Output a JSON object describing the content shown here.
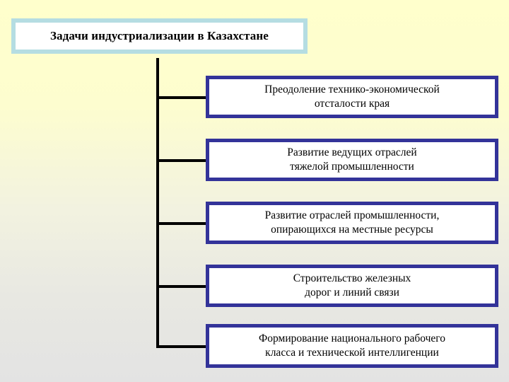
{
  "slide": {
    "background_top_color": "#ffffcc",
    "background_bottom_color": "#e3e3e3"
  },
  "title": {
    "text": "Задачи индустриализации в Казахстане",
    "border_color": "#b5dde2",
    "fill_color": "#ffffff"
  },
  "diagram": {
    "connector_color": "#000000",
    "node_border_color": "#333399",
    "node_fill_color": "#ffffff",
    "nodes": [
      {
        "line1": "Преодоление технико-экономической",
        "line2": "отсталости края",
        "text": "Преодоление технико-экономической\nотсталости края"
      },
      {
        "line1": "Развитие ведущих отраслей",
        "line2": "тяжелой промышленности",
        "text": "Развитие ведущих отраслей\nтяжелой промышленности"
      },
      {
        "line1": "Развитие  отраслей промышленности,",
        "line2": "опирающихся на  местные ресурсы",
        "text": "Развитие  отраслей промышленности,\nопирающихся на  местные ресурсы"
      },
      {
        "line1": "Строительство железных",
        "line2": "дорог и линий связи",
        "text": "Строительство железных\nдорог и линий связи"
      },
      {
        "line1": "Формирование национального рабочего",
        "line2": "класса и технической интеллигенции",
        "text": "Формирование национального рабочего\nкласса и технической интеллигенции"
      }
    ]
  }
}
